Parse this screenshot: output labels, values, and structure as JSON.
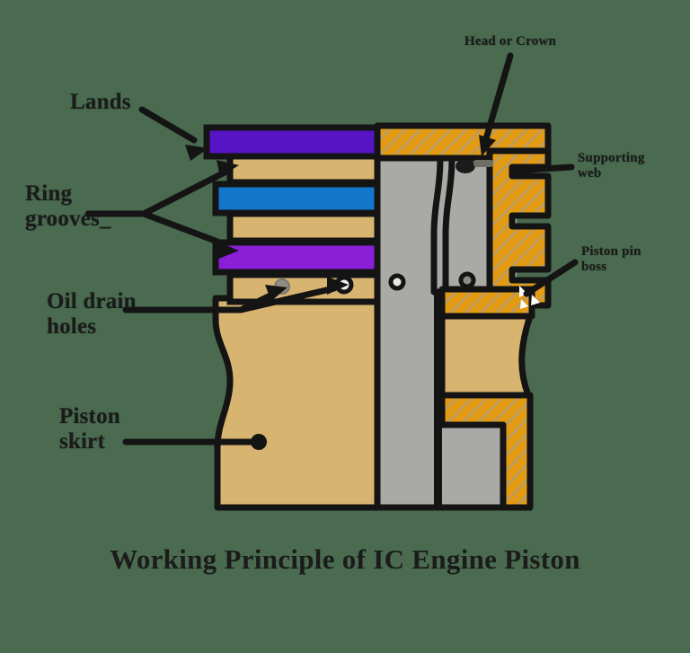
{
  "figure": {
    "title": "Working Principle of IC Engine Piston",
    "background_color": "#4a6b4f",
    "line_color": "#141414"
  },
  "labels": {
    "lands": "Lands",
    "ring_grooves_line1": "Ring",
    "ring_grooves_line2": "grooves_",
    "oil_drain_line1": "Oil drain",
    "oil_drain_line2": "holes",
    "piston_skirt_line1": "Piston",
    "piston_skirt_line2": "skirt",
    "head_or_crown": "Head or Crown",
    "supporting_web_line1": "Supporting",
    "supporting_web_line2": "web",
    "piston_pin_boss_line1": "Piston pin",
    "piston_pin_boss_line2": "boss"
  },
  "parts": {
    "top_ring_color": "#5614c4",
    "second_ring_color": "#1577cc",
    "third_ring_color": "#8b1fd8",
    "land_color": "#d8b471",
    "body_color": "#d8b471",
    "section_hatch_color": "#e39b15",
    "core_gray_color": "#a9a9a6",
    "hole_color": "#2b2b2b"
  }
}
